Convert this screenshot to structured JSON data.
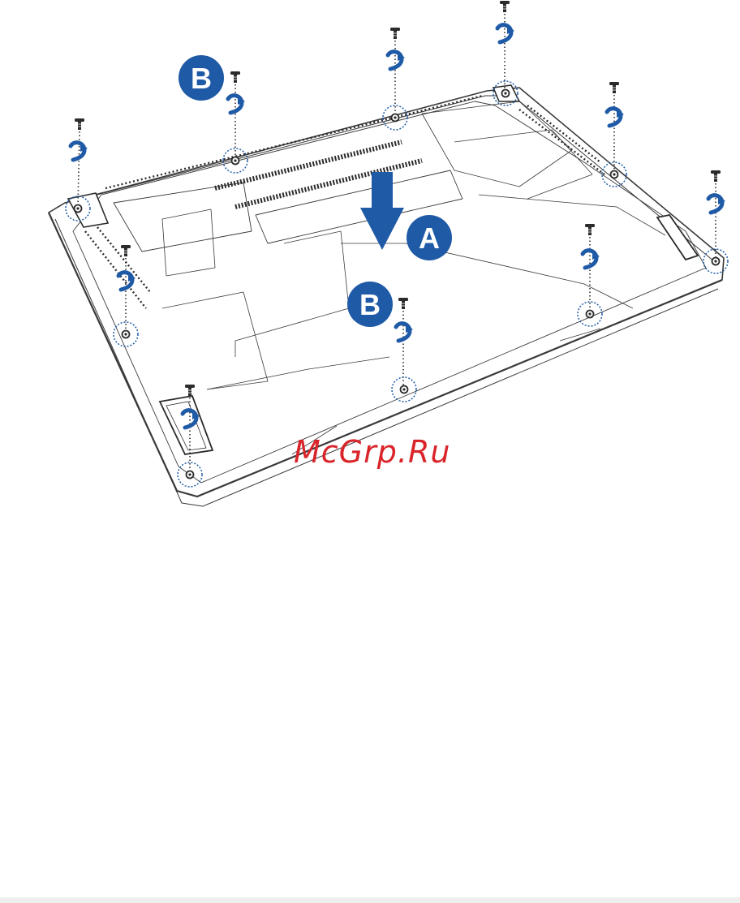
{
  "callouts": {
    "a": "A",
    "b": "B"
  },
  "watermark": "McGrp.Ru",
  "colors": {
    "callout": "#1f5aa6",
    "arrow": "#1f5aa6",
    "line": "#3a3a3a",
    "watermark": "#d9252a"
  },
  "icons": [
    "screw-icon",
    "rotate-arrow-icon",
    "down-arrow-icon"
  ]
}
